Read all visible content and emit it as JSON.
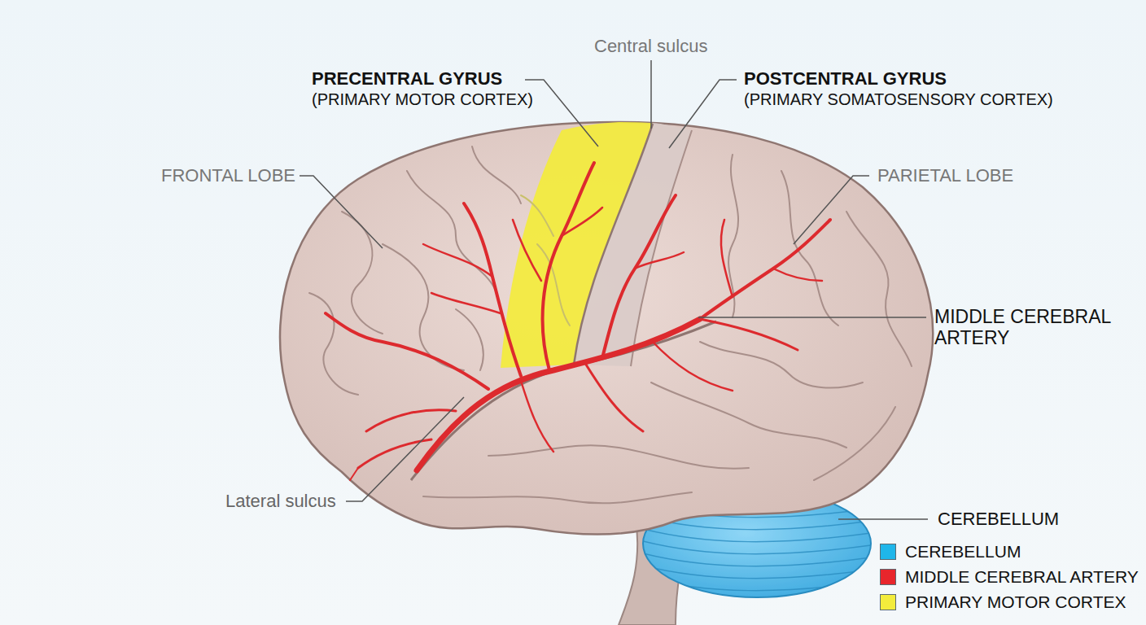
{
  "diagram": {
    "labels": [
      "Central sulcus",
      "PRECENTRAL GYRUS",
      "(PRIMARY MOTOR CORTEX)",
      "POSTCENTRAL GYRUS",
      "(PRIMARY SOMATOSENSORY CORTEX)",
      "FRONTAL LOBE",
      "PARIETAL LOBE",
      "MIDDLE CEREBRAL ARTERY",
      "Lateral sulcus",
      "CEREBELLUM"
    ],
    "legend": [
      {
        "text": "CEREBELLUM",
        "color": "#1fb6ea"
      },
      {
        "text": "MIDDLE CEREBRAL ARTERY",
        "color": "#e8262c"
      },
      {
        "text": "PRIMARY MOTOR CORTEX",
        "color": "#f3ec3c"
      }
    ]
  }
}
